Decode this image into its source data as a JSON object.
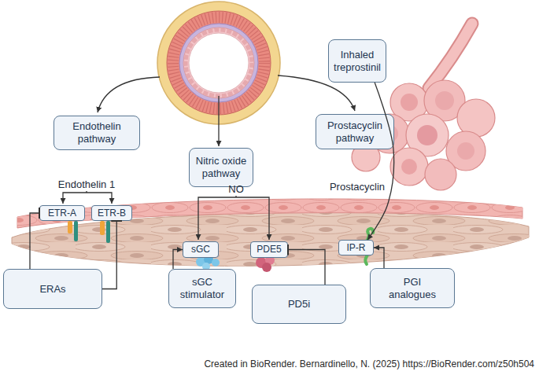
{
  "diagram": {
    "caption": "Created in BioRender. Bernardinello, N. (2025) https://BioRender.com/z50h504",
    "nodes": [
      {
        "text": [
          "Inhaled treprostinil"
        ]
      },
      {
        "text": [
          "Endothelin pathway"
        ]
      },
      {
        "text": [
          "Prostacyclin pathway"
        ]
      },
      {
        "text": [
          "Nitric oxide pathway"
        ]
      },
      {
        "text": [
          "ETR-A"
        ]
      },
      {
        "text": [
          "ETR-B"
        ]
      },
      {
        "text": [
          "sGC"
        ]
      },
      {
        "text": [
          "PDE5"
        ]
      },
      {
        "text": [
          "IP-R"
        ]
      },
      {
        "text": [
          "ERAs"
        ]
      },
      {
        "text": [
          "sGC stimulator"
        ]
      },
      {
        "text": [
          "PD5i"
        ]
      },
      {
        "text": [
          "PGI analogues"
        ]
      }
    ],
    "edges": [
      {
        "from": 9,
        "to": 4,
        "arrow": "to"
      },
      {
        "from": 9,
        "to": 5,
        "arrow": "to"
      },
      {
        "from": 10,
        "to": 6,
        "arrow": "to"
      },
      {
        "from": 11,
        "to": 7,
        "arrow": "to"
      },
      {
        "from": 12,
        "to": 8,
        "arrow": "to"
      },
      {
        "from": 0,
        "to": 8,
        "arrow": "to"
      }
    ],
    "labels": [
      "Endothelin 1",
      "NO",
      "Prostacyclin"
    ]
  }
}
